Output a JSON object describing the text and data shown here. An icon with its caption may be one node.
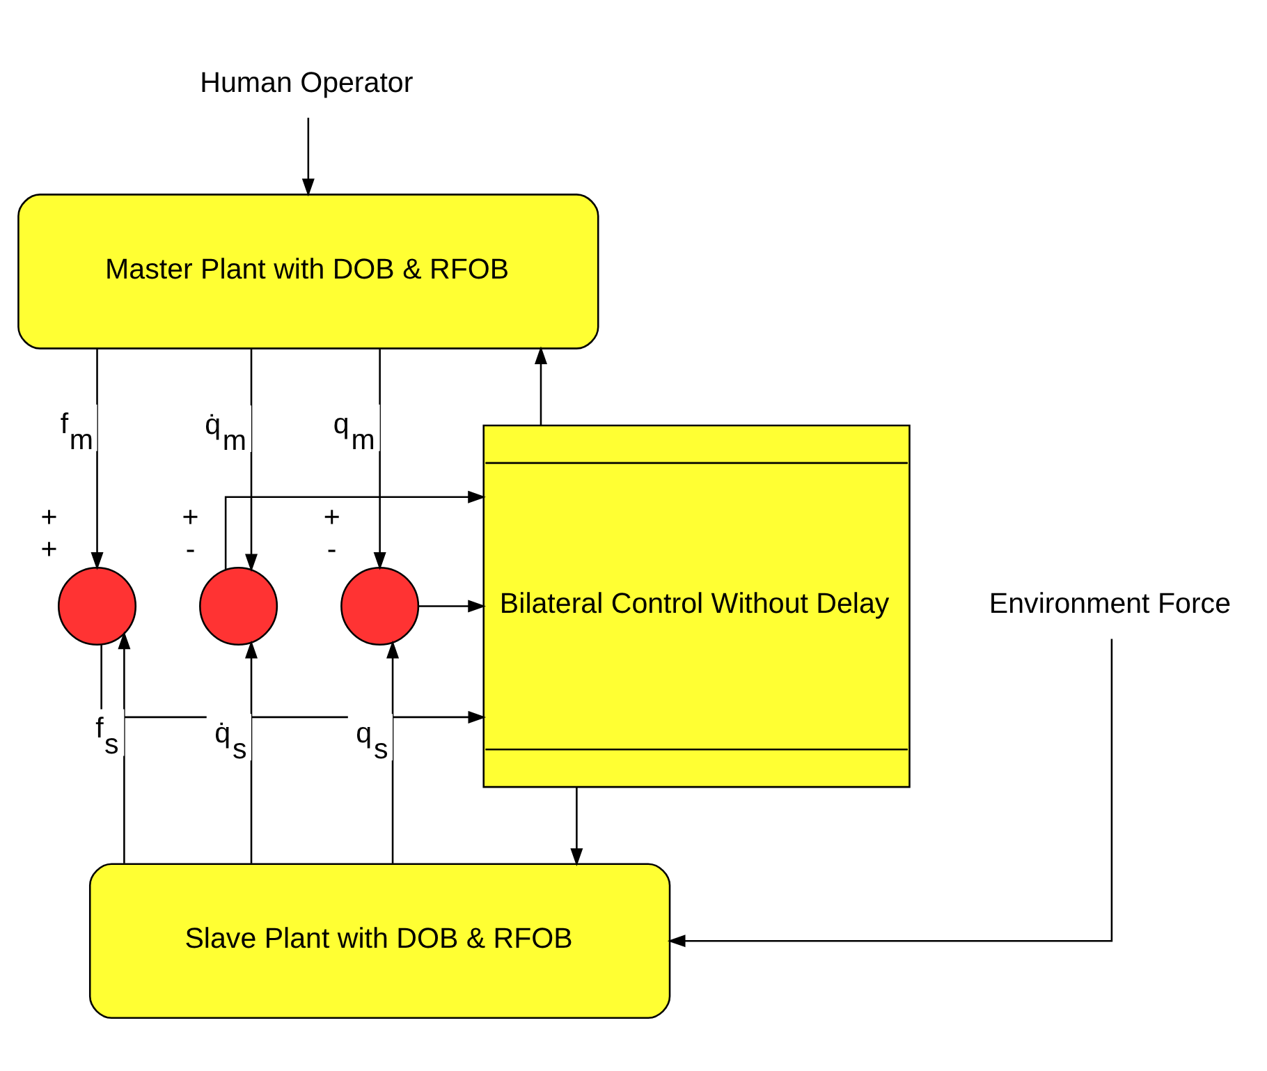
{
  "diagram": {
    "nodes": [
      {
        "text": [
          "Human Operator"
        ]
      },
      {
        "text": [
          "Master Plant with DOB & RFOB"
        ]
      },
      {
        "text": [
          "Bilateral Control Without Delay"
        ]
      },
      {
        "text": [],
        "shape": "circle",
        "beside": [
          "+",
          "+"
        ]
      },
      {
        "text": [],
        "shape": "circle",
        "beside": [
          "+",
          "-"
        ]
      },
      {
        "text": [],
        "shape": "circle",
        "beside": [
          "+",
          "-"
        ]
      },
      {
        "text": [
          "Slave Plant with DOB & RFOB"
        ]
      },
      {
        "text": [
          "Environment Force"
        ]
      }
    ],
    "edges": [
      {
        "from": 0,
        "to": 1,
        "arrow": "to"
      },
      {
        "from": 2,
        "to": 1,
        "arrow": "to"
      },
      {
        "from": 1,
        "to": 3,
        "arrow": "to",
        "label": "f$_{m}$"
      },
      {
        "from": 1,
        "to": 4,
        "arrow": "to",
        "label": "q̇$_{m}$"
      },
      {
        "from": 1,
        "to": 5,
        "arrow": "to",
        "label": "q$_{m}$"
      },
      {
        "from": 5,
        "to": 2,
        "arrow": "to"
      },
      {
        "from": 4,
        "to": 2,
        "arrow": "to"
      },
      {
        "from": 3,
        "to": 2,
        "arrow": "to"
      },
      {
        "from": 6,
        "to": 3,
        "arrow": "to",
        "label": "f$_{s}$"
      },
      {
        "from": 6,
        "to": 4,
        "arrow": "to",
        "label": "q̇$_{s}$"
      },
      {
        "from": 6,
        "to": 5,
        "arrow": "to",
        "label": "q$_{s}$"
      },
      {
        "from": 2,
        "to": 6,
        "arrow": "to"
      },
      {
        "from": 7,
        "to": 6,
        "arrow": "to"
      }
    ]
  }
}
